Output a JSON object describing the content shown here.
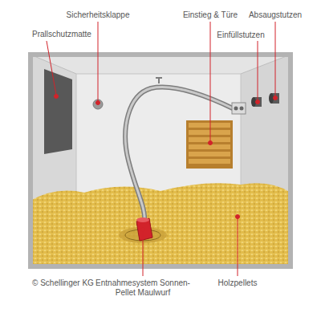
{
  "diagram": {
    "labels": [
      "Prallschutzmatte",
      "Sicherheitsklappe",
      "Einstieg & Türe",
      "Absaugstutzen",
      "Einfüllstutzen",
      "Entnahmesystem Sonnen-Pellet Maulwurf",
      "Holzpellets",
      "© Schellinger KG"
    ]
  }
}
